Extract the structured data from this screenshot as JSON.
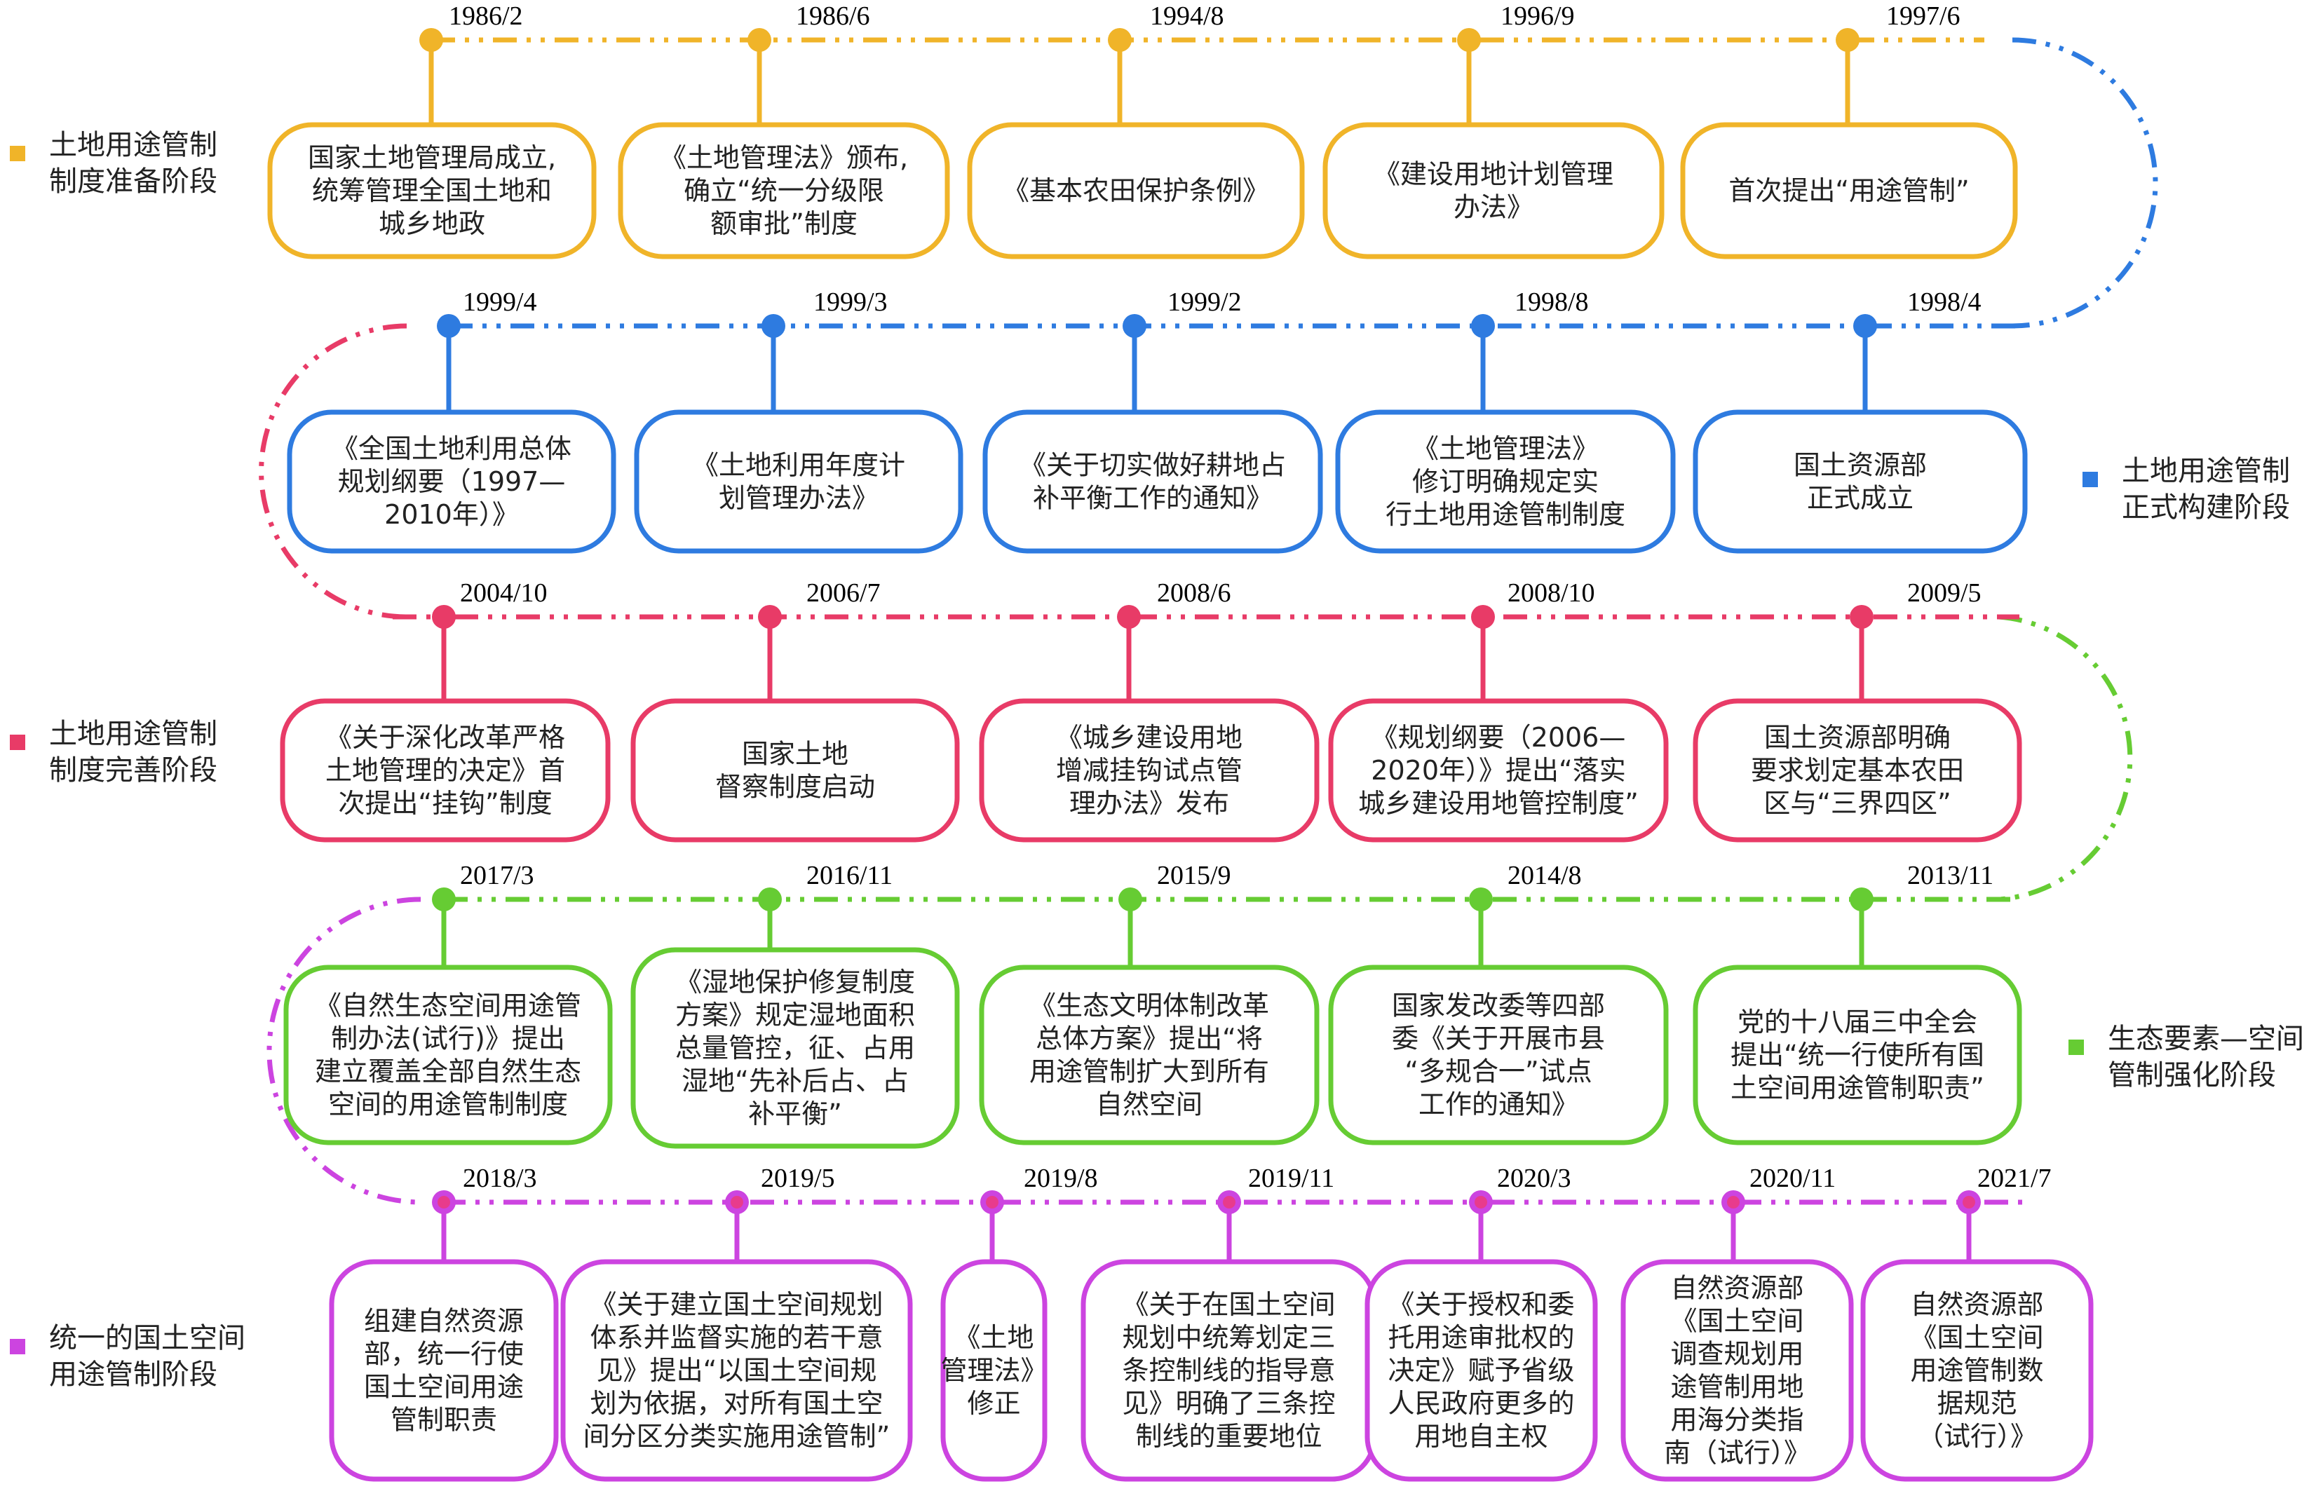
{
  "colors": {
    "stage1": "#F0B429",
    "stage2": "#2E7BE0",
    "stage3": "#E83B67",
    "stage4": "#66CC33",
    "stage5": "#CC44E0",
    "stage5_dot": "#E83B8C"
  },
  "stages": [
    {
      "label": [
        "土地用途管制",
        "制度准备阶段"
      ],
      "events": [
        {
          "date": "1986/2",
          "text": [
            "国家土地管理局成立,",
            "统筹管理全国土地和",
            "城乡地政"
          ]
        },
        {
          "date": "1986/6",
          "text": [
            "《土地管理法》颁布,",
            "确立“统一分级限",
            "额审批”制度"
          ]
        },
        {
          "date": "1994/8",
          "text": [
            "《基本农田保护条例》"
          ]
        },
        {
          "date": "1996/9",
          "text": [
            "《建设用地计划管理",
            "办法》"
          ]
        },
        {
          "date": "1997/6",
          "text": [
            "首次提出“用途管制”"
          ]
        }
      ]
    },
    {
      "label": [
        "土地用途管制",
        "正式构建阶段"
      ],
      "events": [
        {
          "date": "1999/4",
          "text": [
            "《全国土地利用总体",
            "规划纲要（1997—",
            "2010年）》"
          ]
        },
        {
          "date": "1999/3",
          "text": [
            "《土地利用年度计",
            "划管理办法》"
          ]
        },
        {
          "date": "1999/2",
          "text": [
            "《关于切实做好耕地占",
            "补平衡工作的通知》"
          ]
        },
        {
          "date": "1998/8",
          "text": [
            "《土地管理法》",
            "修订明确规定实",
            "行土地用途管制制度"
          ]
        },
        {
          "date": "1998/4",
          "text": [
            "国土资源部",
            "正式成立"
          ]
        }
      ]
    },
    {
      "label": [
        "土地用途管制",
        "制度完善阶段"
      ],
      "events": [
        {
          "date": "2004/10",
          "text": [
            "《关于深化改革严格",
            "土地管理的决定》首",
            "次提出“挂钩”制度"
          ]
        },
        {
          "date": "2006/7",
          "text": [
            "国家土地",
            "督察制度启动"
          ]
        },
        {
          "date": "2008/6",
          "text": [
            "《城乡建设用地",
            "增减挂钩试点管",
            "理办法》发布"
          ]
        },
        {
          "date": "2008/10",
          "text": [
            "《规划纲要（2006—",
            "2020年）》提出“落实",
            "城乡建设用地管控制度”"
          ]
        },
        {
          "date": "2009/5",
          "text": [
            "国土资源部明确",
            "要求划定基本农田",
            "区与“三界四区”"
          ]
        }
      ]
    },
    {
      "label": [
        "生态要素—空间",
        "管制强化阶段"
      ],
      "events": [
        {
          "date": "2017/3",
          "text": [
            "《自然生态空间用途管",
            "制办法(试行)》提出",
            "建立覆盖全部自然生态",
            "空间的用途管制制度"
          ]
        },
        {
          "date": "2016/11",
          "text": [
            "《湿地保护修复制度",
            "方案》规定湿地面积",
            "总量管控，征、占用",
            "湿地“先补后占、占",
            "补平衡”"
          ]
        },
        {
          "date": "2015/9",
          "text": [
            "《生态文明体制改革",
            "总体方案》提出“将",
            "用途管制扩大到所有",
            "自然空间"
          ]
        },
        {
          "date": "2014/8",
          "text": [
            "国家发改委等四部",
            "委《关于开展市县",
            "“多规合一”试点",
            "工作的通知》"
          ]
        },
        {
          "date": "2013/11",
          "text": [
            "党的十八届三中全会",
            "提出“统一行使所有国",
            "土空间用途管制职责”"
          ]
        }
      ]
    },
    {
      "label": [
        "统一的国土空间",
        "用途管制阶段"
      ],
      "events": [
        {
          "date": "2018/3",
          "text": [
            "组建自然资源",
            "部，统一行使",
            "国土空间用途",
            "管制职责"
          ]
        },
        {
          "date": "2019/5",
          "text": [
            "《关于建立国土空间规划",
            "体系并监督实施的若干意",
            "见》提出“以国土空间规",
            "划为依据，对所有国土空",
            "间分区分类实施用途管制”"
          ]
        },
        {
          "date": "2019/8",
          "text": [
            "《土地",
            "管理法》",
            "修正"
          ]
        },
        {
          "date": "2019/11",
          "text": [
            "《关于在国土空间",
            "规划中统筹划定三",
            "条控制线的指导意",
            "见》明确了三条控",
            "制线的重要地位"
          ]
        },
        {
          "date": "2020/3",
          "text": [
            "《关于授权和委",
            "托用途审批权的",
            "决定》赋予省级",
            "人民政府更多的",
            "用地自主权"
          ]
        },
        {
          "date": "2020/11",
          "text": [
            "自然资源部",
            "《国土空间",
            "调查规划用",
            "途管制用地",
            "用海分类指",
            "南（试行）》"
          ]
        },
        {
          "date": "2021/7",
          "text": [
            "自然资源部",
            "《国土空间",
            "用途管制数",
            "据规范",
            "（试行）》"
          ]
        }
      ]
    }
  ]
}
